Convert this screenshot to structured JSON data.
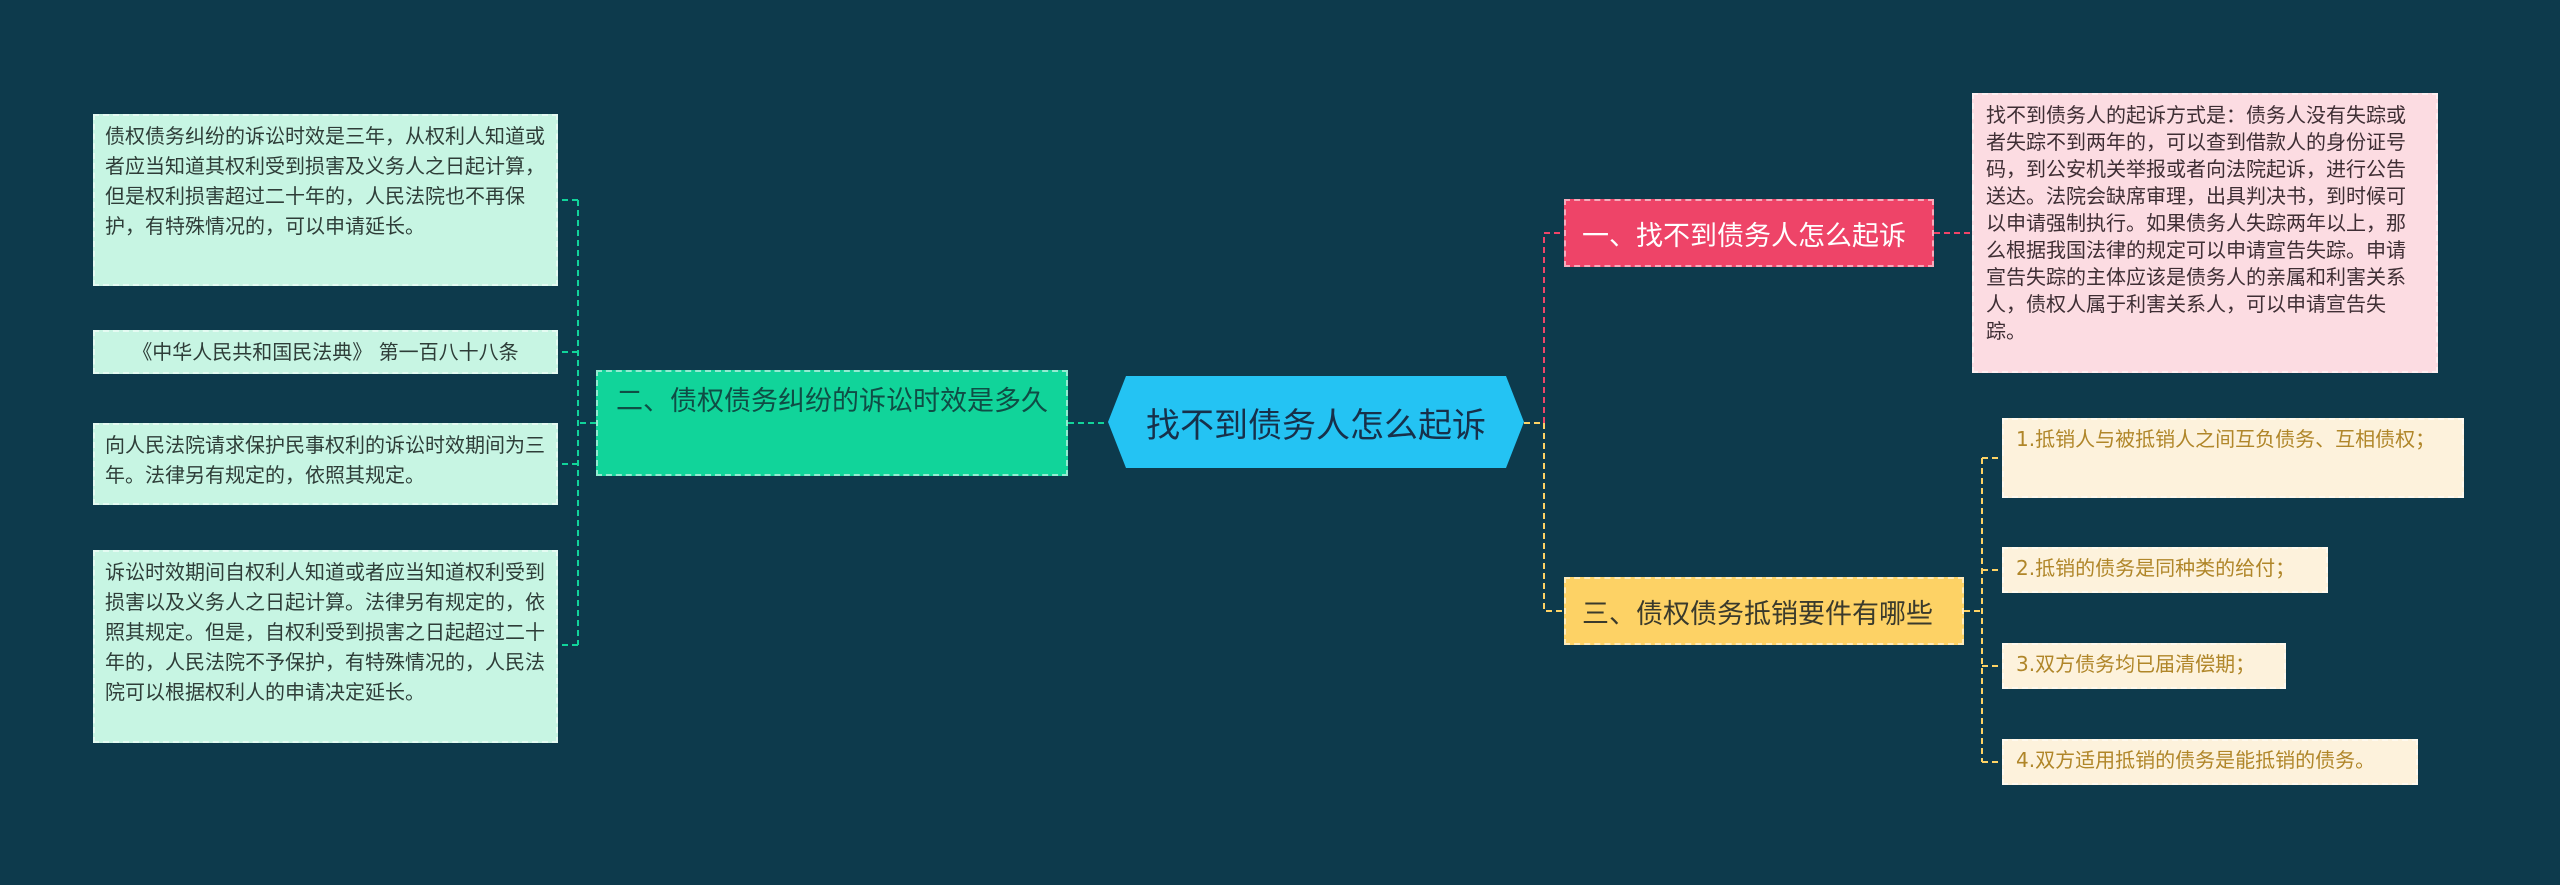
{
  "colors": {
    "background": "#0d3a4c",
    "central": "#24c3f3",
    "branch_left": "#11d49a",
    "branch_right_1": "#ee4468",
    "branch_right_3": "#fdd265",
    "leaf_green": "#c7f5e3",
    "leaf_pink": "#fcdce2",
    "leaf_yellow": "#fdf2dc"
  },
  "central": {
    "label": "找不到债务人怎么起诉"
  },
  "left_branch": {
    "label": "二、债权债务纠纷的诉讼时效是多久",
    "leaves": [
      "债权债务纠纷的诉讼时效是三年，从权利人知道或者应当知道其权利受到损害及义务人之日起计算，但是权利损害超过二十年的，人民法院也不再保护，有特殊情况的，可以申请延长。",
      "《中华人民共和国民法典》 第一百八十八条",
      "向人民法院请求保护民事权利的诉讼时效期间为三年。法律另有规定的，依照其规定。",
      "诉讼时效期间自权利人知道或者应当知道权利受到损害以及义务人之日起计算。法律另有规定的，依照其规定。但是，自权利受到损害之日起超过二十年的，人民法院不予保护，有特殊情况的，人民法院可以根据权利人的申请决定延长。"
    ]
  },
  "right_branch_1": {
    "label": "一、找不到债务人怎么起诉",
    "leaf": "找不到债务人的起诉方式是：债务人没有失踪或者失踪不到两年的，可以查到借款人的身份证号码，到公安机关举报或者向法院起诉，进行公告送达。法院会缺席审理，出具判决书，到时候可以申请强制执行。如果债务人失踪两年以上，那么根据我国法律的规定可以申请宣告失踪。申请宣告失踪的主体应该是债务人的亲属和利害关系人，债权人属于利害关系人，可以申请宣告失踪。"
  },
  "right_branch_3": {
    "label": "三、债权债务抵销要件有哪些",
    "leaves": [
      "1.抵销人与被抵销人之间互负债务、互相债权；",
      "2.抵销的债务是同种类的给付；",
      "3.双方债务均已届清偿期；",
      "4.双方适用抵销的债务是能抵销的债务。"
    ]
  }
}
